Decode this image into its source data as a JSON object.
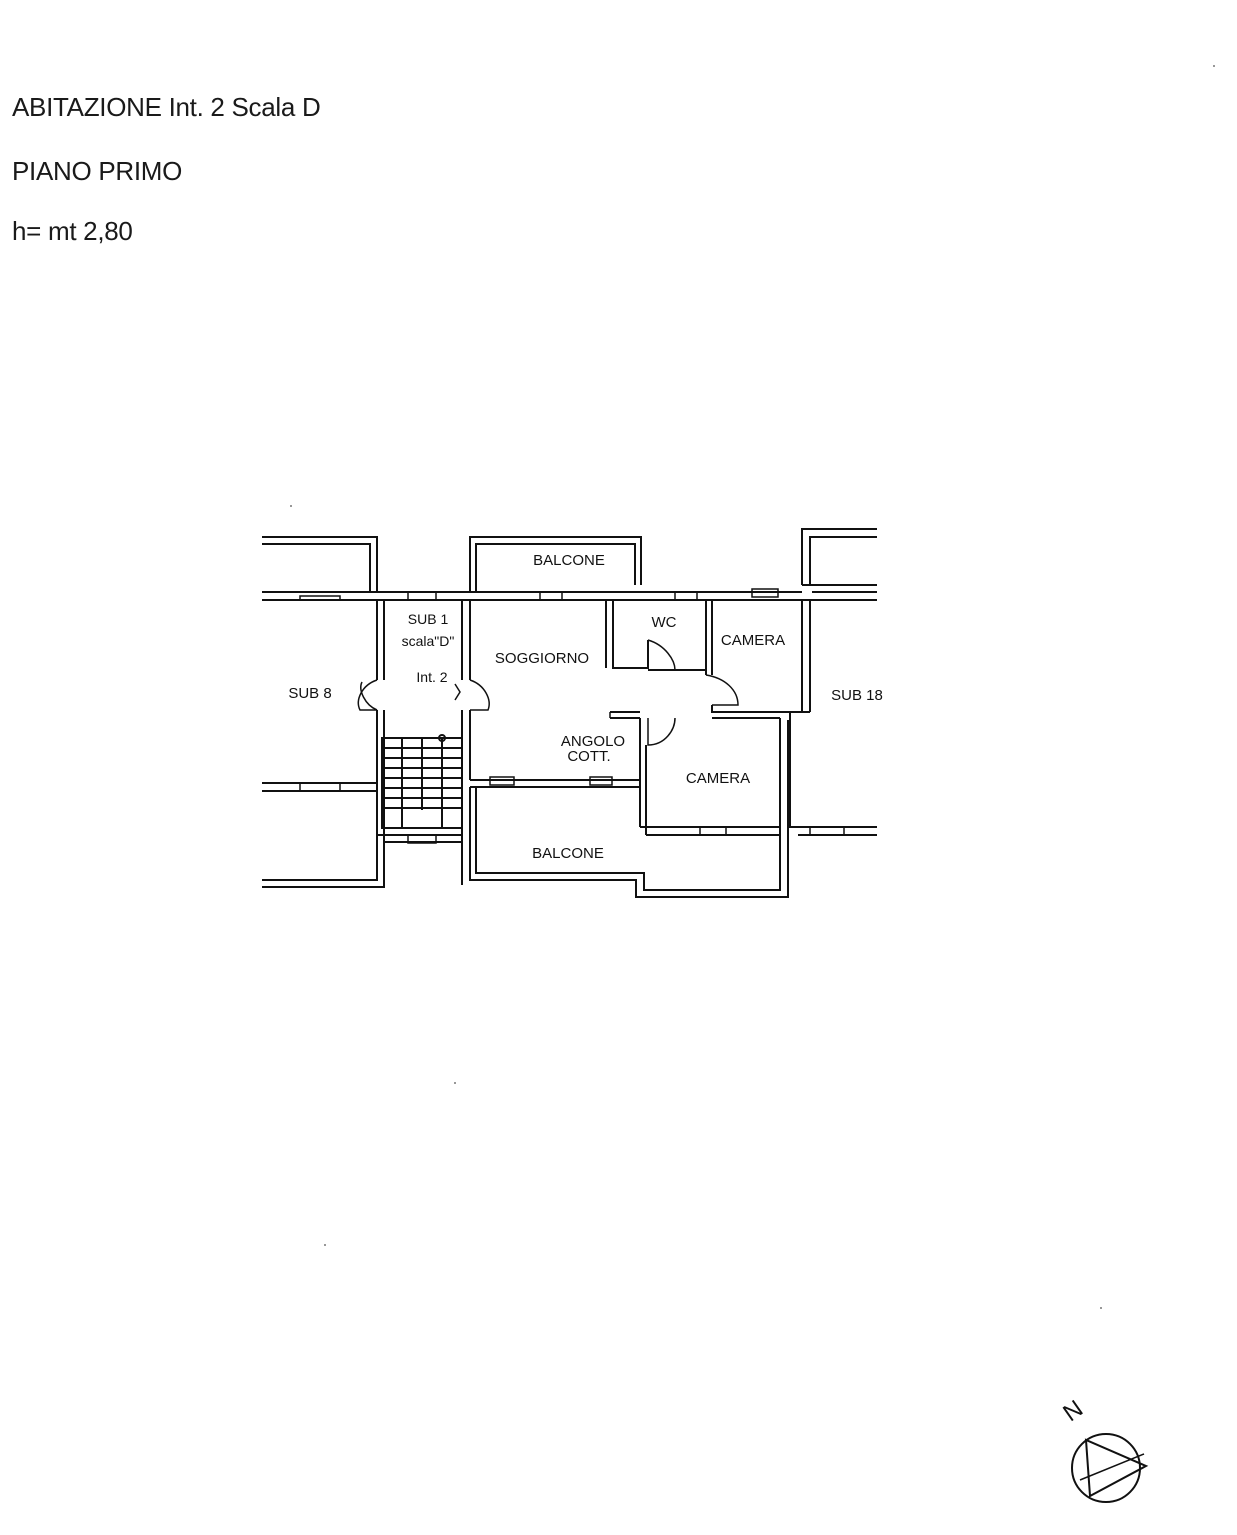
{
  "header": {
    "title": "ABITAZIONE  Int. 2  Scala D",
    "floor": "PIANO PRIMO",
    "height": "h= mt 2,80"
  },
  "rooms": {
    "balcone_top": "BALCONE",
    "sub1": "SUB 1",
    "scala": "scala\"D\"",
    "int2": "Int. 2",
    "wc": "WC",
    "camera_top": "CAMERA",
    "soggiorno": "SOGGIORNO",
    "sub8": "SUB 8",
    "sub18": "SUB 18",
    "angolo": "ANGOLO",
    "cott": "COTT.",
    "camera_bottom": "CAMERA",
    "balcone_bottom": "BALCONE"
  },
  "compass": {
    "north_label": "N",
    "icon": "north-arrow-icon"
  },
  "colors": {
    "ink": "#111111",
    "paper": "#ffffff"
  }
}
